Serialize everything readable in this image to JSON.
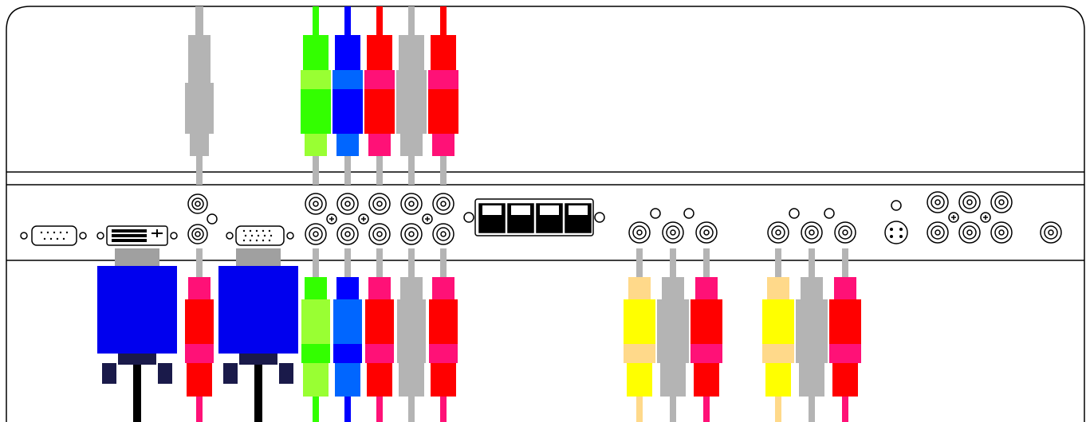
{
  "colors": {
    "line": "#000000",
    "gray": "#b4b4b4",
    "gray_dark": "#8a8a8a",
    "green": "#33ff00",
    "green_light": "#99ff33",
    "blue": "#0000ff",
    "blue_mid": "#0066ff",
    "red": "#ff0000",
    "pink": "#ff1177",
    "yellow": "#ffff00",
    "peach": "#ffd98a",
    "vga_blue": "#0000ee",
    "vga_gray": "#a0a0a0",
    "vga_dark": "#1a1a4a"
  },
  "top_plugs": [
    {
      "name": "audio-gray",
      "colors": [
        "gray",
        "gray",
        "gray"
      ]
    },
    {
      "name": "component-green",
      "colors": [
        "green",
        "green_light",
        "green"
      ]
    },
    {
      "name": "component-blue",
      "colors": [
        "blue",
        "blue_mid",
        "blue"
      ]
    },
    {
      "name": "component-red",
      "colors": [
        "red",
        "pink",
        "red"
      ]
    },
    {
      "name": "audio-gray-2",
      "colors": [
        "gray",
        "gray",
        "gray"
      ]
    },
    {
      "name": "audio-red",
      "colors": [
        "red",
        "pink",
        "red"
      ]
    }
  ],
  "bottom_plugs": [
    {
      "name": "audio-red-dvi",
      "colors": [
        "pink",
        "red",
        "pink"
      ]
    },
    {
      "name": "component-green",
      "colors": [
        "green",
        "green_light",
        "green"
      ]
    },
    {
      "name": "component-blue",
      "colors": [
        "blue",
        "blue_mid",
        "blue"
      ]
    },
    {
      "name": "component-red",
      "colors": [
        "pink",
        "red",
        "pink"
      ]
    },
    {
      "name": "audio-gray",
      "colors": [
        "gray",
        "gray",
        "gray"
      ]
    },
    {
      "name": "audio-red",
      "colors": [
        "pink",
        "red",
        "pink"
      ]
    },
    {
      "name": "av1-video-yellow",
      "colors": [
        "peach",
        "yellow",
        "peach"
      ]
    },
    {
      "name": "av1-audio-gray",
      "colors": [
        "gray",
        "gray",
        "gray"
      ]
    },
    {
      "name": "av1-audio-red",
      "colors": [
        "pink",
        "red",
        "pink"
      ]
    },
    {
      "name": "av2-video-yellow",
      "colors": [
        "peach",
        "yellow",
        "peach"
      ]
    },
    {
      "name": "av2-audio-gray",
      "colors": [
        "gray",
        "gray",
        "gray"
      ]
    },
    {
      "name": "av2-audio-red",
      "colors": [
        "pink",
        "red",
        "pink"
      ]
    }
  ],
  "vga_cables": [
    {
      "name": "dvi-cable"
    },
    {
      "name": "vga-cable"
    }
  ]
}
